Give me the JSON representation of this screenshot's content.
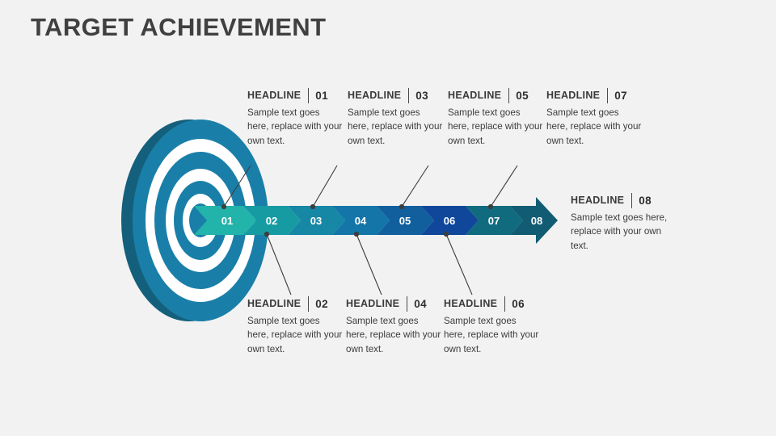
{
  "slide": {
    "title": "TARGET ACHIEVEMENT",
    "background_color": "#f2f2f2",
    "title_color": "#404040"
  },
  "target": {
    "name": "bullseye-target",
    "ring_color": "#1a7fa8",
    "shadow_color": "#16637f",
    "gap_color": "#ffffff",
    "ring_count": 4
  },
  "arrow": {
    "name": "process-arrow",
    "direction": "right",
    "segments": [
      {
        "number": "01",
        "color": "#22b3ab",
        "label_color": "#ffffff"
      },
      {
        "number": "02",
        "color": "#179ba3",
        "label_color": "#ffffff"
      },
      {
        "number": "03",
        "color": "#1787a6",
        "label_color": "#ffffff"
      },
      {
        "number": "04",
        "color": "#1476a8",
        "label_color": "#ffffff"
      },
      {
        "number": "05",
        "color": "#125f9e",
        "label_color": "#ffffff"
      },
      {
        "number": "06",
        "color": "#10479a",
        "label_color": "#ffffff"
      },
      {
        "number": "07",
        "color": "#116b7f",
        "label_color": "#ffffff"
      },
      {
        "number": "08",
        "color": "#115c73",
        "label_color": "#ffffff"
      }
    ]
  },
  "callouts": [
    {
      "id": "01",
      "position": "top",
      "headline": "HEADLINE",
      "number": "01",
      "body": "Sample text goes here, replace with your own text."
    },
    {
      "id": "02",
      "position": "bottom",
      "headline": "HEADLINE",
      "number": "02",
      "body": "Sample text goes here, replace with your own text."
    },
    {
      "id": "03",
      "position": "top",
      "headline": "HEADLINE",
      "number": "03",
      "body": "Sample text goes here, replace with your own text."
    },
    {
      "id": "04",
      "position": "bottom",
      "headline": "HEADLINE",
      "number": "04",
      "body": "Sample text goes here, replace with your own text."
    },
    {
      "id": "05",
      "position": "top",
      "headline": "HEADLINE",
      "number": "05",
      "body": "Sample text goes here, replace with your own text."
    },
    {
      "id": "06",
      "position": "bottom",
      "headline": "HEADLINE",
      "number": "06",
      "body": "Sample text goes here, replace with your own text."
    },
    {
      "id": "07",
      "position": "top",
      "headline": "HEADLINE",
      "number": "07",
      "body": "Sample text goes here, replace with your own text."
    },
    {
      "id": "08",
      "position": "right",
      "headline": "HEADLINE",
      "number": "08",
      "body": "Sample text goes here, replace with your own text."
    }
  ],
  "connectors": {
    "line_color": "#3d3d3d",
    "dot_color": "#3d3d3d"
  }
}
